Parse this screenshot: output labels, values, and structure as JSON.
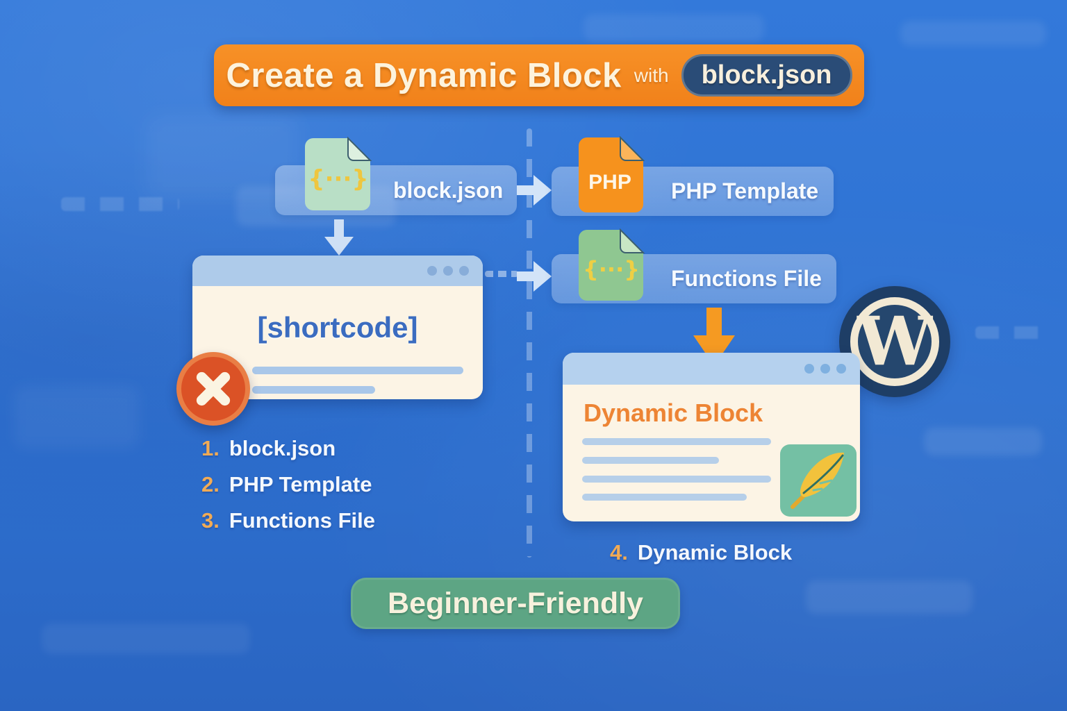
{
  "banner": {
    "title": "Create a Dynamic Block",
    "connector": "with",
    "badge": "block.json"
  },
  "left_flow": {
    "file_row": {
      "label": "block.json",
      "icon_glyph": "{···}"
    },
    "window": {
      "content": "[shortcode]"
    }
  },
  "right_flow": {
    "php_row": {
      "label": "PHP Template",
      "icon_text": "PHP"
    },
    "functions_row": {
      "label": "Functions File",
      "icon_glyph": "{···}"
    },
    "window": {
      "title": "Dynamic Block"
    }
  },
  "steps": [
    {
      "num": "1.",
      "label": "block.json"
    },
    {
      "num": "2.",
      "label": "PHP Template"
    },
    {
      "num": "3.",
      "label": "Functions File"
    },
    {
      "num": "4.",
      "label": "Dynamic Block"
    }
  ],
  "footer_badge": "Beginner-Friendly",
  "wordpress_logo_letter": "W",
  "colors": {
    "background_blue": "#2E71D1",
    "accent_orange": "#F5871D",
    "navy_badge": "#2A4C77",
    "cream": "#FCF4E5",
    "green_badge": "#5DA584",
    "json_icon_green": "#B9DFC6",
    "functions_icon_green": "#8FC791",
    "error_red": "#DB5226",
    "feather_yellow": "#F2C23C",
    "wp_navy": "#1E3E66"
  }
}
